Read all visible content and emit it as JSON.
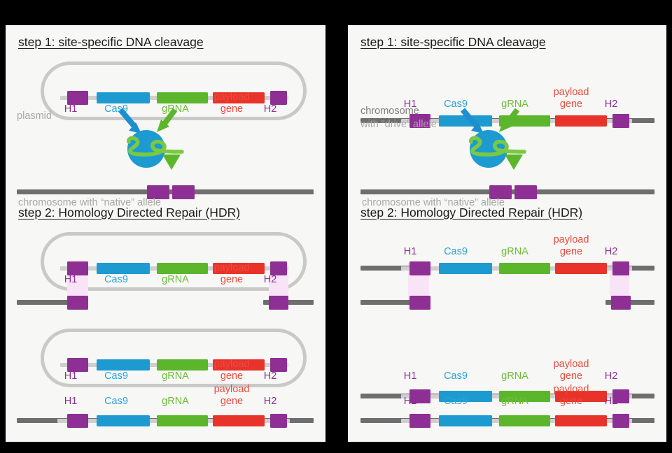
{
  "figure": {
    "background_color": "#000000",
    "panel_color": "#f7f7f5"
  },
  "colors": {
    "h_purple": "#8e2f94",
    "cas9_blue": "#1d9bd1",
    "grna_green": "#5cb62b",
    "payload_red": "#e8332a",
    "homology_pink": "#f9e4f7",
    "chromosome_grey": "#6e6e6e",
    "plasmid_grey": "#c9c9c9",
    "note_grey": "#a8a8a8"
  },
  "gene_labels": {
    "h1": "H1",
    "cas9": "Cas9",
    "grna": "gRNA",
    "payload_line1": "payload",
    "payload_line2": "gene",
    "h2": "H2"
  },
  "panels": [
    {
      "id": "left",
      "name": "plasmid-delivery",
      "steps": [
        {
          "title": "step 1: site-specific DNA cleavage",
          "donor_type": "plasmid",
          "donor_note": "plasmid",
          "target_note": "chromosome with “native” allele"
        },
        {
          "title": "step 2: Homology Directed Repair (HDR)",
          "donor_type": "plasmid"
        }
      ]
    },
    {
      "id": "right",
      "name": "chromosome-drive-allele",
      "steps": [
        {
          "title": "step 1: site-specific DNA cleavage",
          "donor_type": "chromosome",
          "donor_note_line1": "chromosome",
          "donor_note_line2": "with “drive” allele",
          "target_note": "chromosome with “native” allele"
        },
        {
          "title": "step 2: Homology Directed Repair (HDR)",
          "donor_type": "chromosome"
        }
      ]
    }
  ],
  "cas9_complex": {
    "protein_name": "Cas9 protein",
    "guide_name": "guide RNA",
    "cut_marker": "cleavage-site-arrow"
  },
  "target_site": {
    "label": "protospacer target site",
    "box_count": 2
  }
}
